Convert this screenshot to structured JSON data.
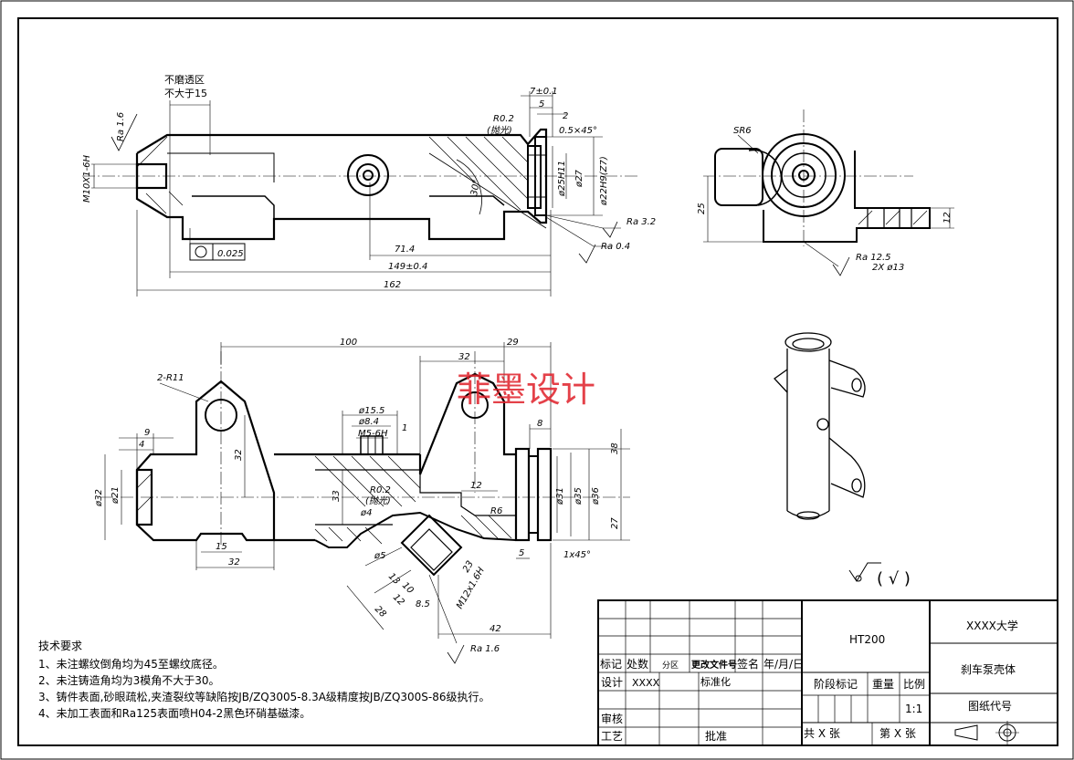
{
  "watermark": "菲墨设计",
  "notes": {
    "title": "技术要求",
    "items": [
      "1、未注螺纹倒角均为45至螺纹底径。",
      "2、未注铸造角均为3模角不大于30。",
      "3、铸件表面,砂眼疏松,夹渣裂纹等缺陷按JB/ZQ3005-8.3A级精度按JB/ZQ300S-86级执行。",
      "4、未加工表面和Ra125表面喷H04-2黑色环硝基磁漆。"
    ]
  },
  "top_view": {
    "area_label_1": "不磨透区",
    "area_label_2": "不大于15",
    "thread": "M10X1-6H",
    "ra16": "Ra 1.6",
    "r02": "R0.2",
    "polish": "(抛光)",
    "d_7": "7±0.1",
    "d_5": "5",
    "d_2": "2",
    "chamfer": "0.5×45°",
    "d_25": "ø25H11",
    "d_27": "ø27",
    "d_22": "ø22H9(Z7)",
    "angle": "30°",
    "ra32": "Ra 3.2",
    "ra04": "Ra 0.4",
    "tol": "0.025",
    "dim_714": "71.4",
    "dim_149": "149±0.4",
    "dim_162": "162"
  },
  "side_view": {
    "sr6": "SR6",
    "d25": "25",
    "d12": "12",
    "ra125": "Ra 12.5",
    "holes": "2X ø13"
  },
  "front_view": {
    "d100": "100",
    "d32top": "32",
    "d29": "29",
    "r11": "2-R11",
    "d9": "9",
    "d4": "4",
    "d32v": "32",
    "d155": "ø15.5",
    "d84": "ø8.4",
    "m56": "M5-6H",
    "d1": "1",
    "d8": "8",
    "d38": "38",
    "r02": "R0.2",
    "d33": "33",
    "polish": "(抛光)",
    "d12": "12",
    "d32dia": "ø32",
    "d21": "ø21",
    "d31": "ø31",
    "d35": "ø35",
    "d36": "ø36",
    "d27": "27",
    "d4dia": "ø4",
    "r6": "R6",
    "d15": "15",
    "d32b": "32",
    "d5dia": "ø5",
    "d5": "5",
    "chamfer": "1x45°",
    "d10": "10",
    "d13": "13",
    "d12b": "12",
    "d85": "8.5",
    "d28": "28",
    "d23": "23",
    "m12": "M12x1.6H",
    "d42": "42",
    "ra16": "Ra 1.6"
  },
  "surface_symbol": "( √ )",
  "title_block": {
    "material": "HT200",
    "school": "XXXX大学",
    "part_name": "刹车泵壳体",
    "drawing_code": "图纸代号",
    "mark": "标记",
    "count": "处数",
    "zone": "分区",
    "change_doc": "更改文件号",
    "sign": "签名",
    "date": "年/月/日",
    "design": "设计",
    "designer": "XXXX",
    "standard": "标准化",
    "stage_mark": "阶段标记",
    "weight": "重量",
    "scale_label": "比例",
    "scale": "1:1",
    "check": "审核",
    "process": "工艺",
    "approve": "批准",
    "sheets_total": "共 X 张",
    "sheet_no": "第 X 张"
  }
}
